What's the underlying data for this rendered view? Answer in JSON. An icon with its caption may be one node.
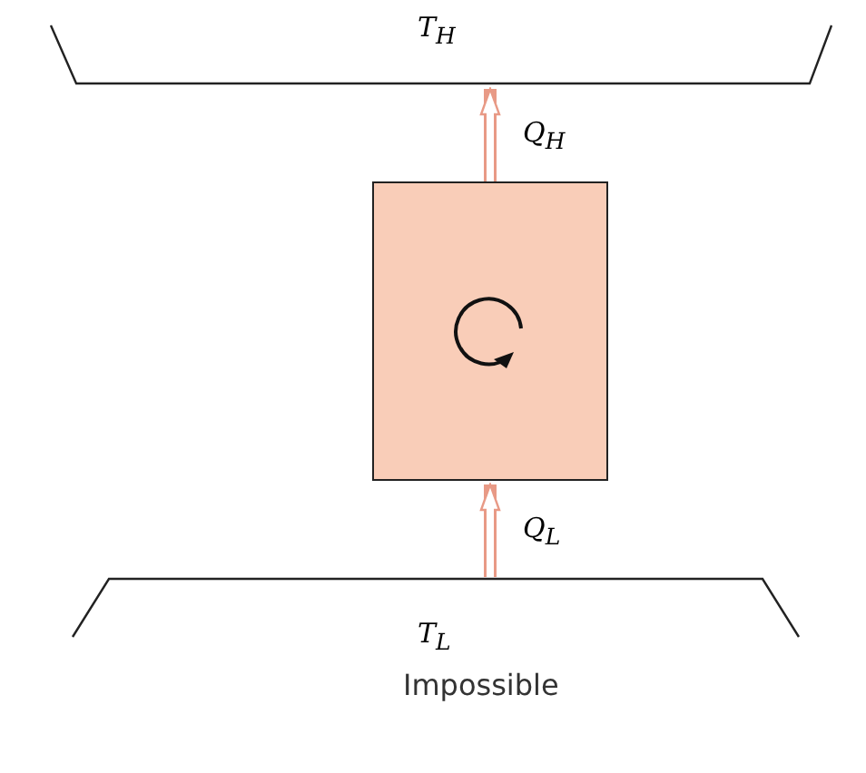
{
  "diagram": {
    "nodes": [
      {
        "text": [
          "T$_{H}$"
        ]
      },
      {
        "text": [],
        "shape": "box"
      },
      {
        "text": [
          "T$_{L}$"
        ]
      }
    ],
    "edges": [
      {
        "from": 1,
        "to": 0,
        "arrow": "to",
        "label": "Q$_{H}$"
      },
      {
        "from": 2,
        "to": 1,
        "arrow": "to",
        "label": "Q$_{L}$"
      }
    ],
    "labels": [
      "Impossible"
    ]
  }
}
